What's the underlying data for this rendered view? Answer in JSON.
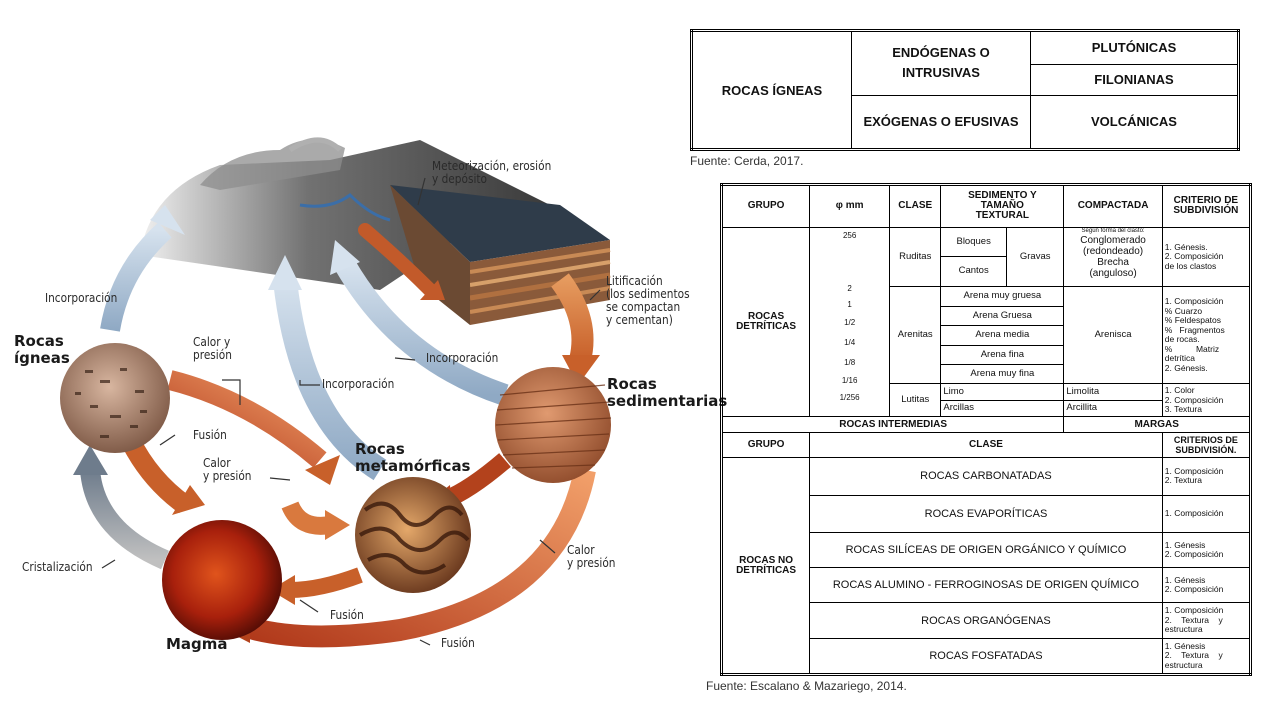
{
  "diagram": {
    "labels": {
      "meteorizacion": "Meteorización, erosión\ny depósito",
      "incorporacion_top": "Incorporación",
      "litificacion": "Litificación\n(los sedimentos\nse compactan\ny cementan)",
      "rocas_igneas": "Rocas\nígneas",
      "calor_presion_1": "Calor y\npresión",
      "incorporacion_mid": "Incorporación",
      "incorporacion_right": "Incorporación",
      "rocas_sedimentarias": "Rocas\nsedimentarias",
      "fusion_1": "Fusión",
      "calor_presion_2": "Calor\ny presión",
      "rocas_metamorficas": "Rocas\nmetamórficas",
      "calor_presion_3": "Calor\ny presión",
      "cristalizacion": "Cristalización",
      "fusion_2": "Fusión",
      "magma": "Magma",
      "fusion_3": "Fusión"
    }
  },
  "table1": {
    "rocas_igneas": "ROCAS ÍGNEAS",
    "endogenas": "ENDÓGENAS O\nINTRUSIVAS",
    "exogenas": "EXÓGENAS O EFUSIVAS",
    "plutonicas": "PLUTÓNICAS",
    "filonianas": "FILONIANAS",
    "volcanicas": "VOLCÁNICAS",
    "source": "Fuente: Cerda, 2017."
  },
  "table2": {
    "headers": {
      "grupo": "GRUPO",
      "phi": "φ mm",
      "clase": "CLASE",
      "sedimento": "SEDIMENTO Y\nTAMAÑO\nTEXTURAL",
      "compactada": "COMPACTADA",
      "criterio": "CRITERIO DE\nSUBDIVISIÓN"
    },
    "phi_values": [
      "256",
      "2",
      "1",
      "1/2",
      "1/4",
      "1/8",
      "1/16",
      "1/256"
    ],
    "grupo_detriticas": "ROCAS\nDETRÍTICAS",
    "ruditas": "Ruditas",
    "bloques": "Bloques",
    "cantos": "Cantos",
    "gravas": "Gravas",
    "ruditas_compactada_note": "Según forma del clasto:",
    "ruditas_compactada": "Conglomerado\n(redondeado)\nBrecha\n(anguloso)",
    "ruditas_criterio": "1. Génesis.\n2. Composición\nde los clastos",
    "arenitas": "Arenitas",
    "arenas": [
      "Arena muy gruesa",
      "Arena Gruesa",
      "Arena media",
      "Arena fina",
      "Arena muy fina"
    ],
    "arenisca": "Arenisca",
    "arenitas_criterio": "1. Composición\n% Cuarzo\n% Feldespatos\n%   Fragmentos\nde rocas.\n%          Matriz\ndetrítica\n2. Génesis.",
    "lutitas": "Lutitas",
    "limo": "Limo",
    "arcillas": "Arcillas",
    "limolita": "Limolita",
    "arcillita": "Arcillita",
    "lutitas_criterio": "1. Color\n2. Composición\n3. Textura",
    "intermedias": "ROCAS INTERMEDIAS",
    "margas": "MARGAS",
    "grupo2": "GRUPO",
    "clase2": "CLASE",
    "criterios2": "CRITERIOS DE\nSUBDIVISIÓN.",
    "no_detriticas": "ROCAS NO\nDETRÍTICAS",
    "rows": [
      {
        "clase": "ROCAS CARBONATADAS",
        "criterio": "1. Composición\n2. Textura"
      },
      {
        "clase": "ROCAS EVAPORÍTICAS",
        "criterio": "1. Composición"
      },
      {
        "clase": "ROCAS SILÍCEAS DE ORIGEN ORGÁNICO Y QUÍMICO",
        "criterio": "1. Génesis\n2. Composición"
      },
      {
        "clase": "ROCAS ALUMINO - FERROGINOSAS DE ORIGEN QUÍMICO",
        "criterio": "1. Génesis\n2. Composición"
      },
      {
        "clase": "ROCAS ORGANÓGENAS",
        "criterio": "1. Composición\n2.    Textura    y\nestructura"
      },
      {
        "clase": "ROCAS FOSFATADAS",
        "criterio": "1. Génesis\n2.    Textura    y\nestructura"
      }
    ],
    "source": "Fuente: Escalano & Mazariego, 2014."
  },
  "colors": {
    "arrow_blue": "#a9c0d8",
    "arrow_orange": "#d9793e",
    "arrow_dark_red": "#b3421c",
    "magma": "#c0300c",
    "border": "#000000"
  }
}
